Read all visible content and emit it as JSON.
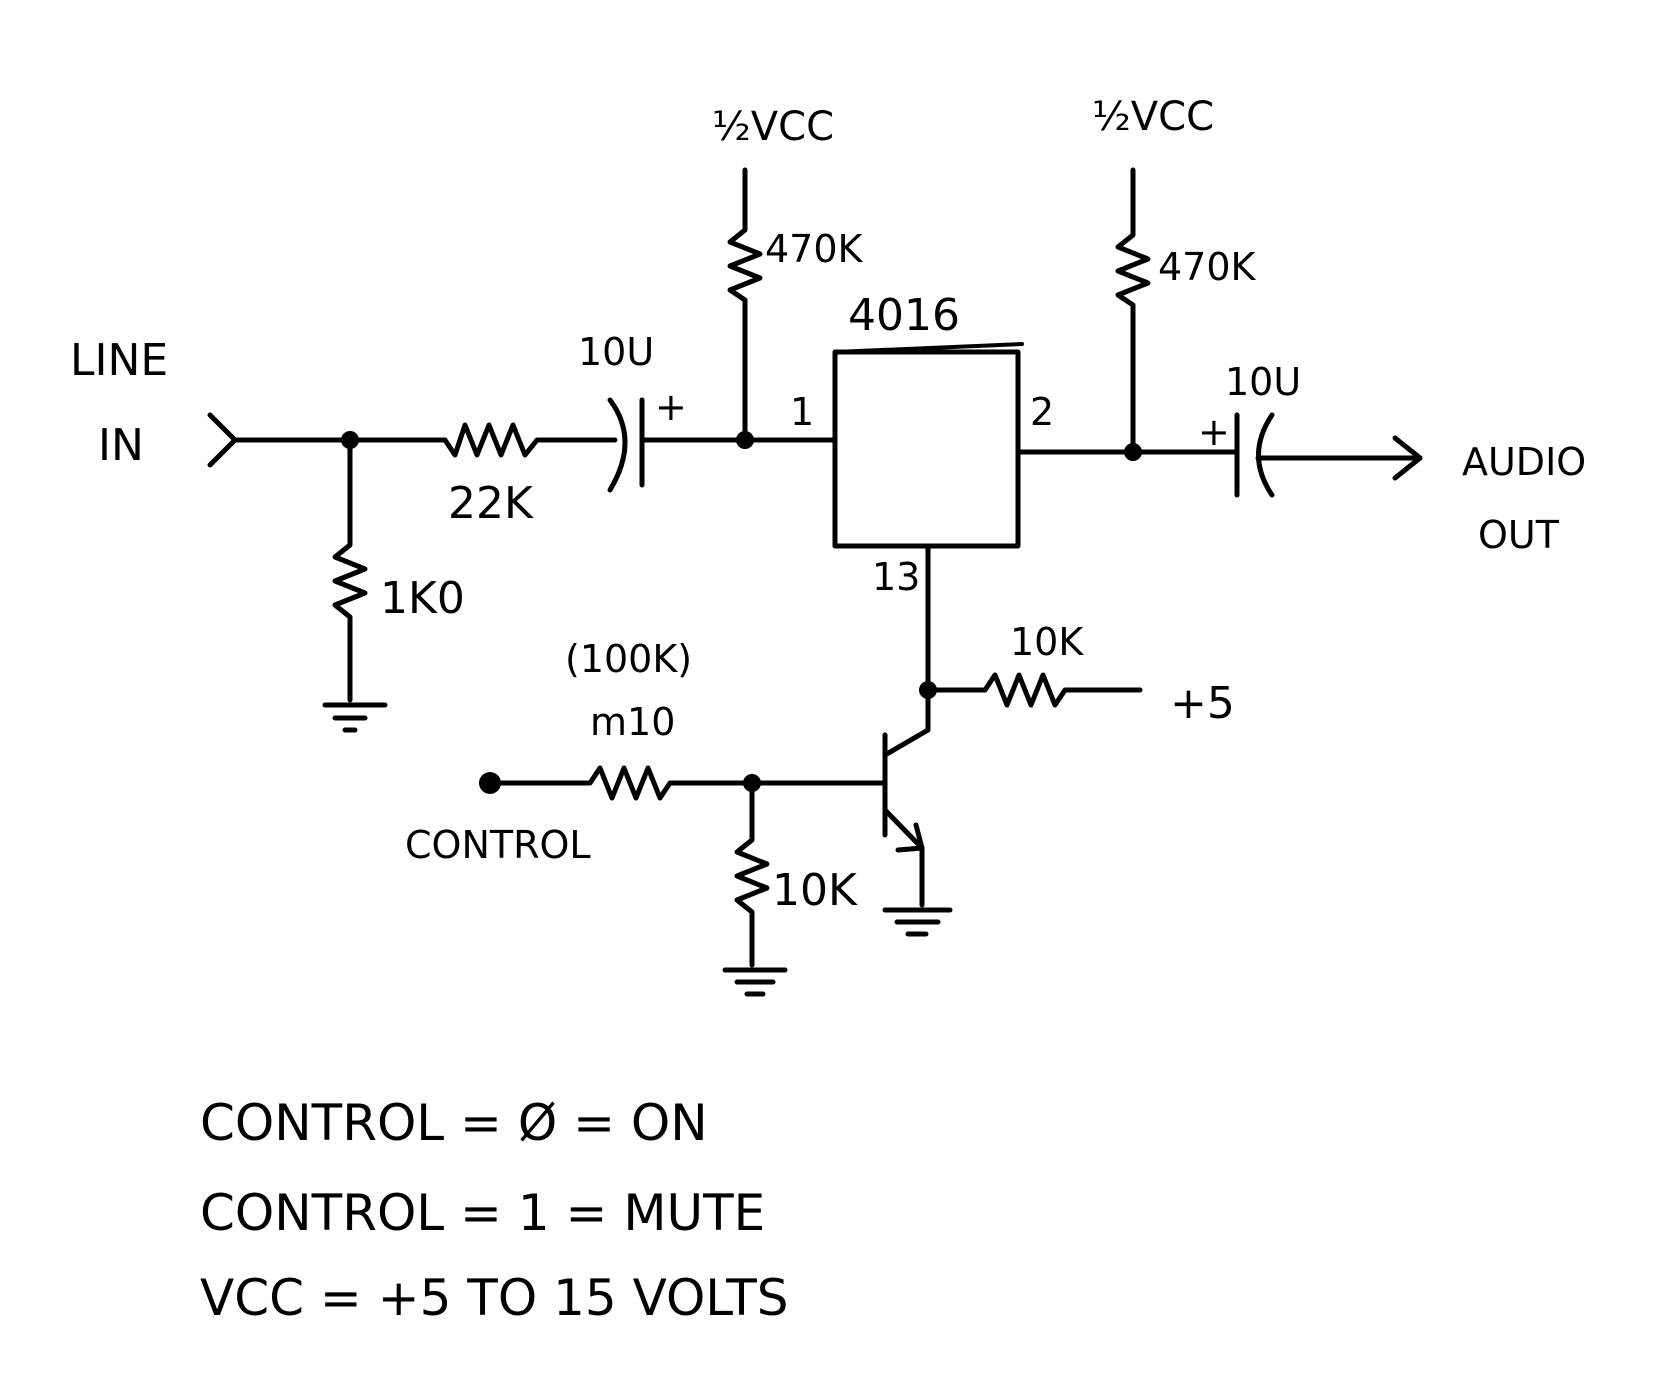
{
  "schematic": {
    "line_in": [
      "LINE",
      "IN"
    ],
    "audio_out": [
      "AUDIO",
      "OUT"
    ],
    "supply_left": "½VCC",
    "supply_right": "½VCC",
    "res_470k_left": "470K",
    "res_470k_right": "470K",
    "chip": "4016",
    "cap_in": "10U",
    "cap_out": "10U",
    "plus_in": "+",
    "plus_out": "+",
    "pin1": "1",
    "pin2": "2",
    "pin13": "13",
    "res_22k": "22K",
    "res_1k0": "1K0",
    "res_10k_pullup": "10K",
    "plus5": "+5",
    "res_100k": "(100K)",
    "res_m10": "m10",
    "control": "CONTROL",
    "res_10k_base": "10K"
  },
  "notes": [
    "CONTROL = Ø = ON",
    "CONTROL = 1 = MUTE",
    "VCC = +5 TO 15 VOLTS"
  ]
}
